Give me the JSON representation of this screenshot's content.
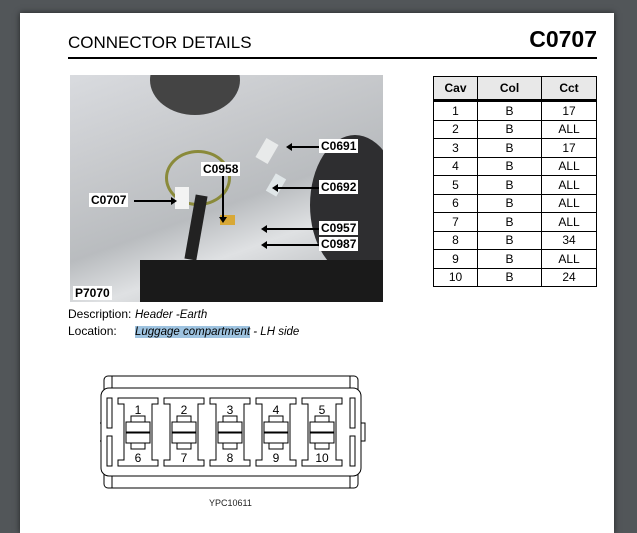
{
  "header": {
    "title": "CONNECTOR DETAILS",
    "connector_code": "C0707"
  },
  "photo": {
    "ref": "P7070",
    "callouts": [
      {
        "id": "C0691"
      },
      {
        "id": "C0958"
      },
      {
        "id": "C0692"
      },
      {
        "id": "C0707"
      },
      {
        "id": "C0957"
      },
      {
        "id": "C0987"
      }
    ]
  },
  "info": {
    "description_label": "Description:",
    "description_value": "Header -Earth",
    "location_label": "Location:",
    "location_highlighted": "Luggage compartment",
    "location_rest": " - LH side"
  },
  "pin_table": {
    "headers": [
      "Cav",
      "Col",
      "Cct"
    ],
    "rows": [
      [
        "1",
        "B",
        "17"
      ],
      [
        "2",
        "B",
        "ALL"
      ],
      [
        "3",
        "B",
        "17"
      ],
      [
        "4",
        "B",
        "ALL"
      ],
      [
        "5",
        "B",
        "ALL"
      ],
      [
        "6",
        "B",
        "ALL"
      ],
      [
        "7",
        "B",
        "ALL"
      ],
      [
        "8",
        "B",
        "34"
      ],
      [
        "9",
        "B",
        "ALL"
      ],
      [
        "10",
        "B",
        "24"
      ]
    ]
  },
  "diagram": {
    "top_pins": [
      "1",
      "2",
      "3",
      "4",
      "5"
    ],
    "bottom_pins": [
      "6",
      "7",
      "8",
      "9",
      "10"
    ],
    "caption": "YPC10611"
  }
}
